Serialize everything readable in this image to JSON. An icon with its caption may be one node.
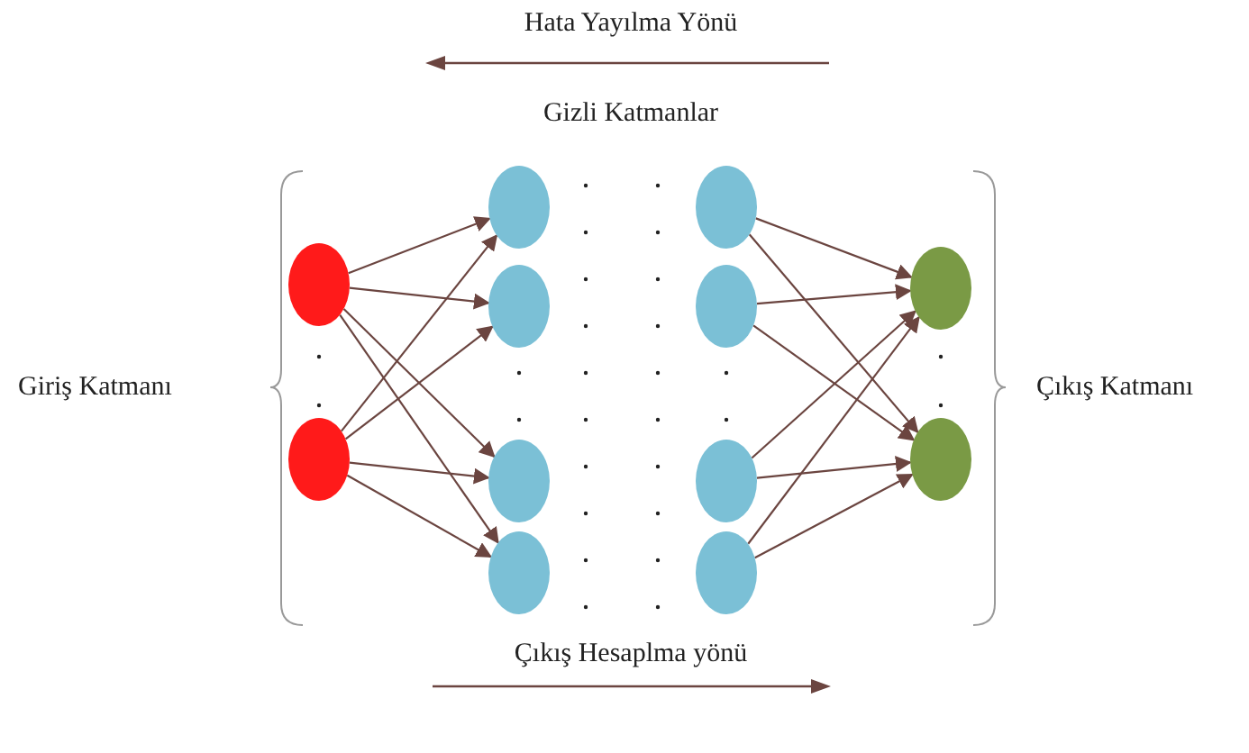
{
  "diagram": {
    "nodes": [
      {
        "text": [],
        "shape": "circle"
      },
      {
        "text": [],
        "shape": "circle"
      },
      {
        "text": [],
        "shape": "circle"
      },
      {
        "text": [],
        "shape": "circle"
      },
      {
        "text": [],
        "shape": "circle"
      },
      {
        "text": [],
        "shape": "circle"
      },
      {
        "text": [],
        "shape": "circle"
      },
      {
        "text": [],
        "shape": "circle"
      },
      {
        "text": [],
        "shape": "circle"
      },
      {
        "text": [],
        "shape": "circle"
      },
      {
        "text": [],
        "shape": "circle"
      },
      {
        "text": [],
        "shape": "circle"
      }
    ],
    "edges": [
      {
        "from": 0,
        "to": 2,
        "arrow": "to"
      },
      {
        "from": 0,
        "to": 3,
        "arrow": "to"
      },
      {
        "from": 0,
        "to": 4,
        "arrow": "to"
      },
      {
        "from": 0,
        "to": 5,
        "arrow": "to"
      },
      {
        "from": 1,
        "to": 2,
        "arrow": "to"
      },
      {
        "from": 1,
        "to": 3,
        "arrow": "to"
      },
      {
        "from": 1,
        "to": 4,
        "arrow": "to"
      },
      {
        "from": 1,
        "to": 5,
        "arrow": "to"
      },
      {
        "from": 6,
        "to": 10,
        "arrow": "to"
      },
      {
        "from": 7,
        "to": 10,
        "arrow": "to"
      },
      {
        "from": 8,
        "to": 10,
        "arrow": "to"
      },
      {
        "from": 9,
        "to": 10,
        "arrow": "to"
      },
      {
        "from": 6,
        "to": 11,
        "arrow": "to"
      },
      {
        "from": 7,
        "to": 11,
        "arrow": "to"
      },
      {
        "from": 8,
        "to": 11,
        "arrow": "to"
      },
      {
        "from": 9,
        "to": 11,
        "arrow": "to"
      }
    ],
    "labels": [
      "Hata Yayılma Yönü",
      "Gizli Katmanlar",
      "Giriş Katmanı",
      "Çıkış Katmanı",
      "Çıkış Hesaplma yönü"
    ]
  }
}
